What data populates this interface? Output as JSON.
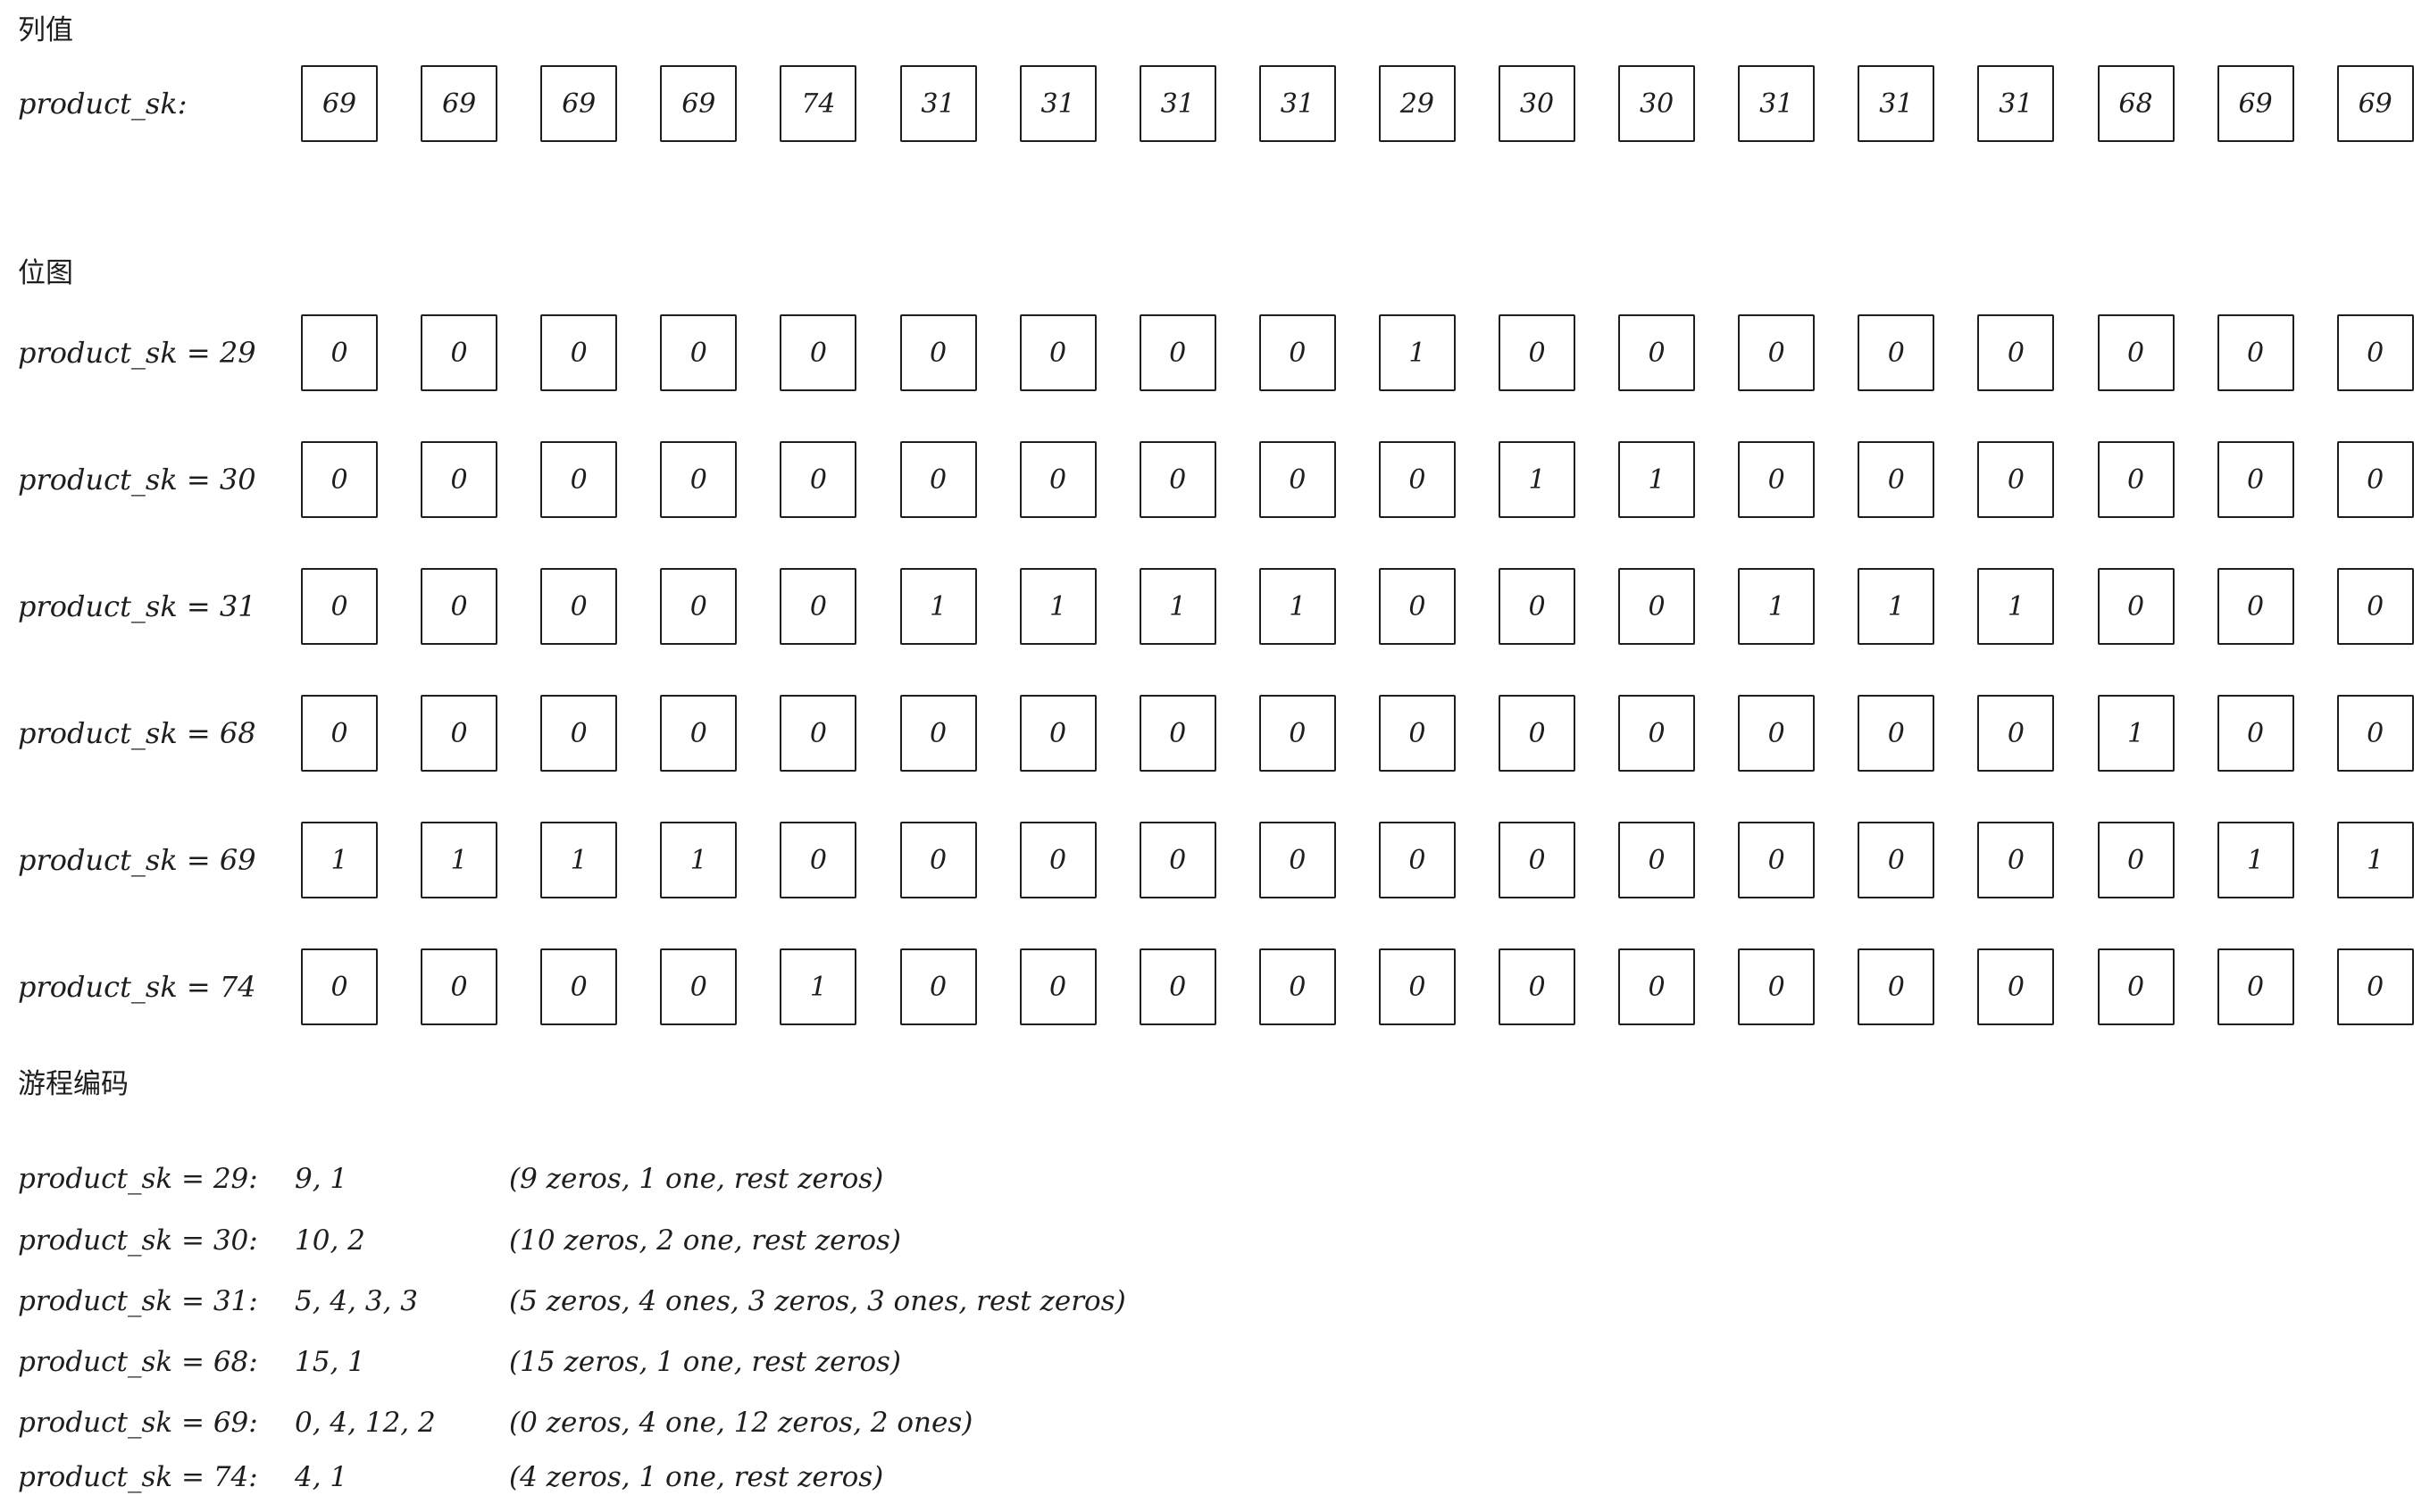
{
  "sections": {
    "column_values_title": "列值",
    "bitmap_title": "位图",
    "rle_title": "游程编码"
  },
  "column_values": {
    "label": "product_sk:",
    "values": [
      "69",
      "69",
      "69",
      "69",
      "74",
      "31",
      "31",
      "31",
      "31",
      "29",
      "30",
      "30",
      "31",
      "31",
      "31",
      "68",
      "69",
      "69"
    ]
  },
  "bitmaps": [
    {
      "label": "product_sk = 29",
      "bits": [
        "0",
        "0",
        "0",
        "0",
        "0",
        "0",
        "0",
        "0",
        "0",
        "1",
        "0",
        "0",
        "0",
        "0",
        "0",
        "0",
        "0",
        "0"
      ]
    },
    {
      "label": "product_sk = 30",
      "bits": [
        "0",
        "0",
        "0",
        "0",
        "0",
        "0",
        "0",
        "0",
        "0",
        "0",
        "1",
        "1",
        "0",
        "0",
        "0",
        "0",
        "0",
        "0"
      ]
    },
    {
      "label": "product_sk = 31",
      "bits": [
        "0",
        "0",
        "0",
        "0",
        "0",
        "1",
        "1",
        "1",
        "1",
        "0",
        "0",
        "0",
        "1",
        "1",
        "1",
        "0",
        "0",
        "0"
      ]
    },
    {
      "label": "product_sk = 68",
      "bits": [
        "0",
        "0",
        "0",
        "0",
        "0",
        "0",
        "0",
        "0",
        "0",
        "0",
        "0",
        "0",
        "0",
        "0",
        "0",
        "1",
        "0",
        "0"
      ]
    },
    {
      "label": "product_sk = 69",
      "bits": [
        "1",
        "1",
        "1",
        "1",
        "0",
        "0",
        "0",
        "0",
        "0",
        "0",
        "0",
        "0",
        "0",
        "0",
        "0",
        "0",
        "1",
        "1"
      ]
    },
    {
      "label": "product_sk = 74",
      "bits": [
        "0",
        "0",
        "0",
        "0",
        "1",
        "0",
        "0",
        "0",
        "0",
        "0",
        "0",
        "0",
        "0",
        "0",
        "0",
        "0",
        "0",
        "0"
      ]
    }
  ],
  "rle": [
    {
      "label": "product_sk = 29:",
      "code": "9, 1",
      "desc": "(9 zeros, 1 one, rest zeros)"
    },
    {
      "label": "product_sk = 30:",
      "code": "10, 2",
      "desc": "(10 zeros, 2 one, rest zeros)"
    },
    {
      "label": "product_sk = 31:",
      "code": "5, 4, 3, 3",
      "desc": "(5 zeros, 4 ones, 3 zeros, 3 ones, rest zeros)"
    },
    {
      "label": "product_sk = 68:",
      "code": "15, 1",
      "desc": "(15 zeros, 1 one, rest zeros)"
    },
    {
      "label": "product_sk = 69:",
      "code": "0, 4, 12, 2",
      "desc": "(0 zeros, 4 one, 12 zeros, 2 ones)"
    },
    {
      "label": "product_sk = 74:",
      "code": "4, 1",
      "desc": "(4 zeros, 1 one, rest zeros)"
    }
  ]
}
